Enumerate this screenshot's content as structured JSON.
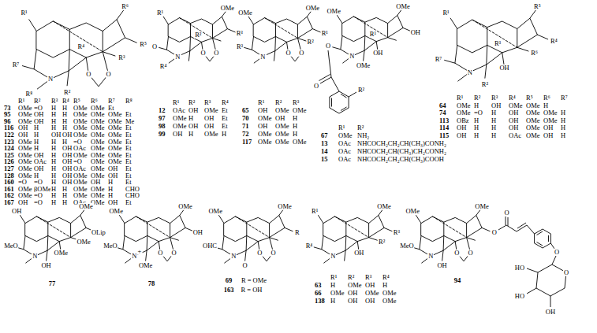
{
  "diagram": {
    "labels": [
      "R¹",
      "R⁶",
      "R⁵",
      "R⁴",
      "R³",
      "R²",
      "R⁸",
      "R⁷",
      "N",
      "O",
      "O",
      "R¹",
      "R²",
      "R³",
      "R⁴",
      "R⁵",
      "R⁶",
      "R⁷",
      "R⁸",
      "73",
      "OMe",
      "=O",
      "H",
      "H",
      "OMe",
      "OMe",
      "Et",
      "95",
      "OMe",
      "OH",
      "H",
      "H",
      "OMe",
      "OMe",
      "OMe",
      "Et",
      "96",
      "OMe",
      "OH",
      "H",
      "H",
      "OMe",
      "OMe",
      "OMe",
      "Me",
      "116",
      "OH",
      "H",
      "H",
      "H",
      "OMe",
      "OMe",
      "OMe",
      "Et",
      "122",
      "OH",
      "H",
      "OH",
      "OH",
      "OMe",
      "OMe",
      "OMe",
      "Et",
      "123",
      "OMe",
      "H",
      "H",
      "H",
      "=O",
      "OMe",
      "OMe",
      "Et",
      "124",
      "OMe",
      "H",
      "H",
      "OH",
      "OAc",
      "OMe",
      "OMe",
      "Et",
      "125",
      "OMe",
      "OH",
      "H",
      "OH",
      "OMe",
      "OMe",
      "OMe",
      "Et",
      "126",
      "OMe",
      "OAc",
      "H",
      "OH",
      "=O",
      "OMe",
      "OMe",
      "Et",
      "127",
      "OMe",
      "OH",
      "H",
      "OH",
      "OAc",
      "OMe",
      "OH",
      "Et",
      "128",
      "OMe",
      "H",
      "H",
      "OH",
      "OMe",
      "OMe",
      "OH",
      "Et",
      "160",
      "=O",
      "=O",
      "H",
      "OH",
      "OMe",
      "OH",
      "H",
      "Et",
      "161",
      "OMe",
      "βOMe",
      "H",
      "H",
      "OMe",
      "OMe",
      "H",
      "CHO",
      "162",
      "OMe",
      "=O",
      "H",
      "H",
      "OMe",
      "OMe",
      "H",
      "CHO",
      "167",
      "OH",
      "=O",
      "H",
      "H",
      "OAc",
      "OMe",
      "OH",
      "Et",
      "R¹",
      "OMe",
      "R³",
      "R²",
      "R⁴",
      "N",
      "O",
      "O",
      "O",
      "R¹",
      "R²",
      "R³",
      "R⁴",
      "12",
      "OAc",
      "OH",
      "OMe",
      "Et",
      "97",
      "OMe",
      "H",
      "OH",
      "Et",
      "98",
      "OMe",
      "OH",
      "OH",
      "Et",
      "99",
      "OH",
      "H",
      "OMe",
      "H",
      "OMe",
      "OMe",
      "R¹",
      "R²",
      "R³",
      "N",
      "O",
      "O",
      "R¹",
      "R²",
      "R³",
      "65",
      "OH",
      "OMe",
      "OMe",
      "70",
      "OMe",
      "OH",
      "H",
      "71",
      "OH",
      "OMe",
      "H",
      "72",
      "OMe",
      "OMe",
      "H",
      "117",
      "OMe",
      "OMe",
      "OMe",
      "OMe",
      "OMe",
      "R¹",
      "OH",
      "OH",
      "OMe",
      "N",
      "O",
      "O",
      "R²",
      "R¹",
      "R²",
      "67",
      "OMe",
      "NH₂",
      "13",
      "OAc",
      "NHCOCH₂CH₂CH(CH₃)CONH₂",
      "14",
      "OAc",
      "NHCOCH₂CH(CH₃)CH₂CONH₂",
      "15",
      "OAc",
      "NHCOCH₂CH₂CH(CH₃)COOH",
      "R¹",
      "R⁵",
      "R⁴",
      "R³",
      "R⁶",
      "OH",
      "R²",
      "R⁷",
      "N",
      "R¹",
      "R²",
      "R³",
      "R⁴",
      "R⁵",
      "R⁶",
      "R⁷",
      "64",
      "OMe",
      "H",
      "OH",
      "OMe",
      "OMe",
      "H",
      "74",
      "OMe",
      "=O",
      "H",
      "OH",
      "OMe",
      "OMe",
      "H",
      "113",
      "OBz",
      "H",
      "H",
      "OH",
      "OMe",
      "OMe",
      "H",
      "114",
      "OH",
      "H",
      "H",
      "OH",
      "OMe",
      "OH",
      "H",
      "115",
      "OH",
      "H",
      "H",
      "OAc",
      "OMe",
      "OH",
      "H",
      "OH",
      "OMe",
      "OLip",
      "OMe",
      "OMe",
      "OH",
      "MeO",
      "N",
      "77",
      "OMe",
      "OMe",
      "OH",
      "OMe",
      "MeO",
      "N",
      "+",
      "O",
      "O",
      "78",
      "OMe",
      "OMe",
      "R",
      "O",
      "OHC",
      "N",
      "O",
      "O",
      "69",
      "R = OMe",
      "163",
      "R = OH",
      "R¹",
      "OMe",
      "R³",
      "R²",
      "OH",
      "R⁴",
      "N",
      "R¹",
      "R²",
      "R³",
      "R⁴",
      "63",
      "H",
      "OMe",
      "OH",
      "H",
      "66",
      "OMe",
      "OH",
      "OMe",
      "OMe",
      "138",
      "H",
      "OH",
      "OH",
      "OMe",
      "OMe",
      "OMe",
      "O",
      "OH",
      "MeO",
      "N",
      "O",
      "O",
      "O",
      "O",
      "O",
      "HO",
      "HO",
      "OH",
      "94"
    ]
  }
}
